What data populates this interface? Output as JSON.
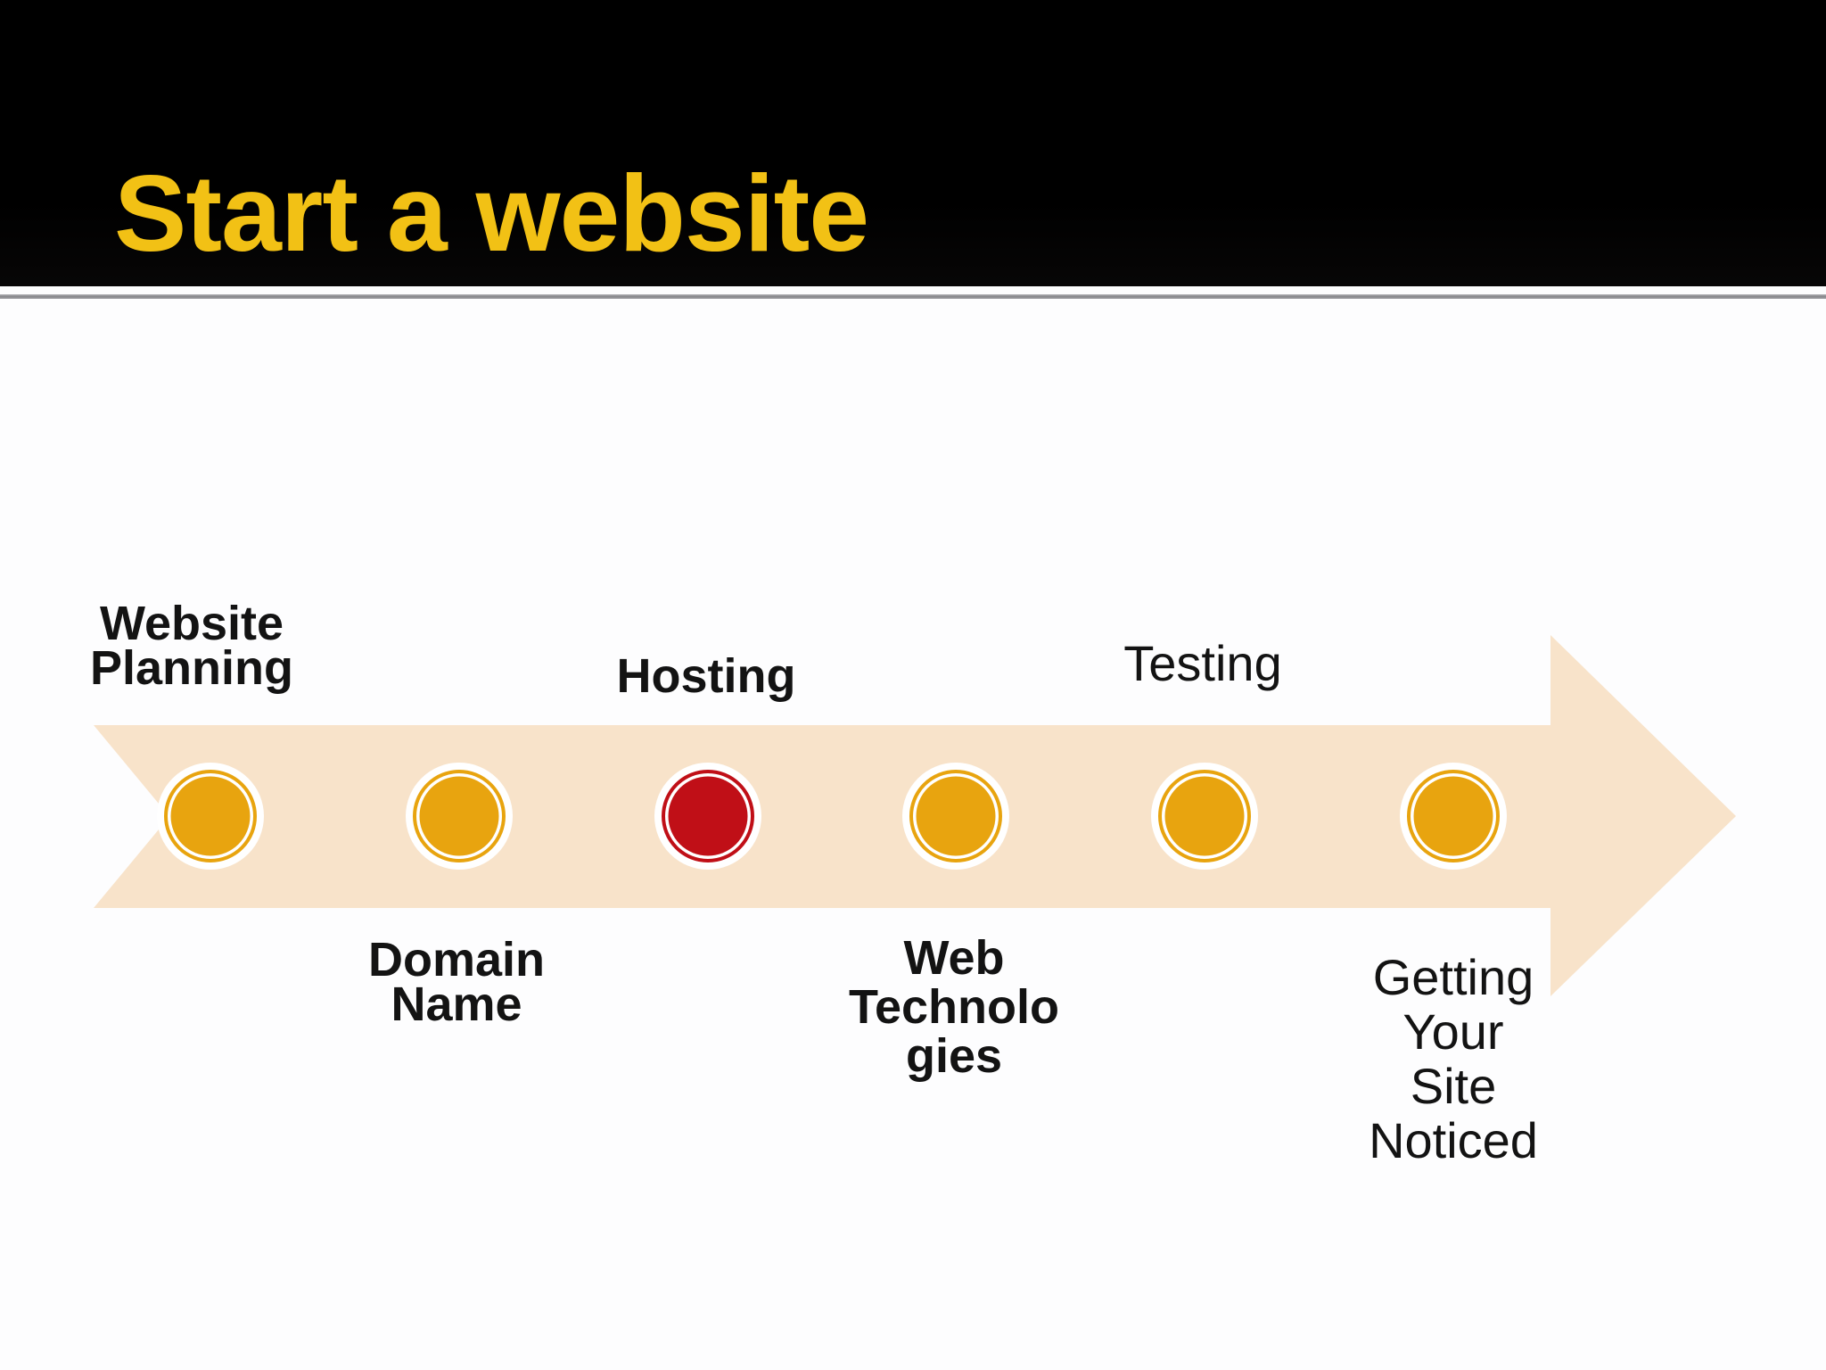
{
  "slide": {
    "title": "Start a website",
    "title_color": "#F2C115",
    "banner_color": "#000000",
    "divider_color": "#97979b",
    "background_color": "#fdfdfe"
  },
  "timeline": {
    "type": "process-arrow",
    "direction": "right",
    "arrow_color": "#F8E3CA",
    "dot_color": "#E8A40F",
    "highlight_dot_color": "#C00F17",
    "dot_halo_color": "#FFFFFF",
    "label_color": "#131313",
    "steps": [
      {
        "id": "website-planning",
        "label_lines": [
          "Website",
          "Planning"
        ],
        "dot": "gold",
        "label_position": "above",
        "bold": true
      },
      {
        "id": "domain-name",
        "label_lines": [
          "Domain",
          "Name"
        ],
        "dot": "gold",
        "label_position": "below",
        "bold": true
      },
      {
        "id": "hosting",
        "label_lines": [
          "Hosting"
        ],
        "dot": "red",
        "label_position": "above",
        "bold": true
      },
      {
        "id": "web-technologies",
        "label_lines": [
          "Web",
          "Technolo",
          "gies"
        ],
        "dot": "gold",
        "label_position": "below",
        "bold": true
      },
      {
        "id": "testing",
        "label_lines": [
          "Testing"
        ],
        "dot": "gold",
        "label_position": "above",
        "bold": false
      },
      {
        "id": "getting-your-site-noticed",
        "label_lines": [
          "Getting",
          "Your",
          "Site",
          "Noticed"
        ],
        "dot": "gold",
        "label_position": "below",
        "bold": false
      }
    ]
  }
}
